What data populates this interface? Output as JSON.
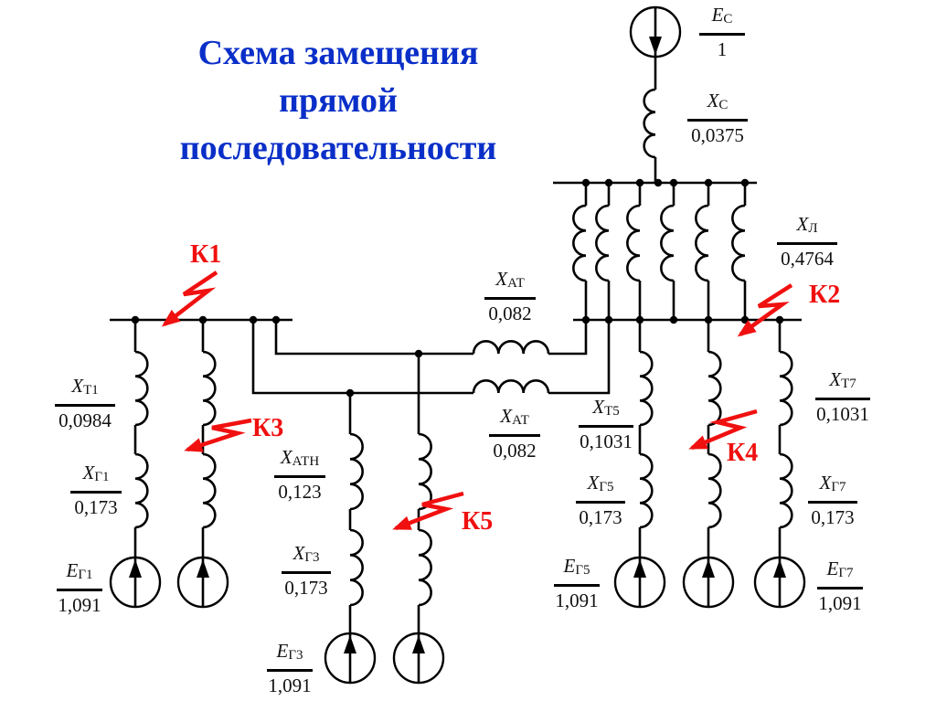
{
  "title": {
    "lines": [
      "Схема замещения",
      "прямой",
      "последовательности"
    ],
    "color": "#0a2fc8"
  },
  "fault_color": "#f01010",
  "parameters": {
    "E_C": {
      "symbol": "E",
      "sub": "С",
      "value": "1"
    },
    "X_C": {
      "symbol": "X",
      "sub": "С",
      "value": "0,0375"
    },
    "X_L": {
      "symbol": "X",
      "sub": "Л",
      "value": "0,4764"
    },
    "X_AT_1": {
      "symbol": "X",
      "sub": "АТ",
      "value": "0,082"
    },
    "X_AT_2": {
      "symbol": "X",
      "sub": "АТ",
      "value": "0,082"
    },
    "X_T1": {
      "symbol": "X",
      "sub": "Т1",
      "value": "0,0984"
    },
    "X_G1": {
      "symbol": "X",
      "sub": "Г1",
      "value": "0,173"
    },
    "E_G1": {
      "symbol": "E",
      "sub": "Г1",
      "value": "1,091"
    },
    "X_ATN": {
      "symbol": "X",
      "sub": "АТН",
      "value": "0,123"
    },
    "X_G3": {
      "symbol": "X",
      "sub": "Г3",
      "value": "0,173"
    },
    "E_G3": {
      "symbol": "E",
      "sub": "Г3",
      "value": "1,091"
    },
    "X_T5": {
      "symbol": "X",
      "sub": "Т5",
      "value": "0,1031"
    },
    "X_G5": {
      "symbol": "X",
      "sub": "Г5",
      "value": "0,173"
    },
    "E_G5": {
      "symbol": "E",
      "sub": "Г5",
      "value": "1,091"
    },
    "X_T7": {
      "symbol": "X",
      "sub": "Т7",
      "value": "0,1031"
    },
    "X_G7": {
      "symbol": "X",
      "sub": "Г7",
      "value": "0,173"
    },
    "E_G7": {
      "symbol": "E",
      "sub": "Г7",
      "value": "1,091"
    }
  },
  "faults": [
    "К1",
    "К2",
    "К3",
    "К4",
    "К5"
  ],
  "parallel_line_count": 6
}
